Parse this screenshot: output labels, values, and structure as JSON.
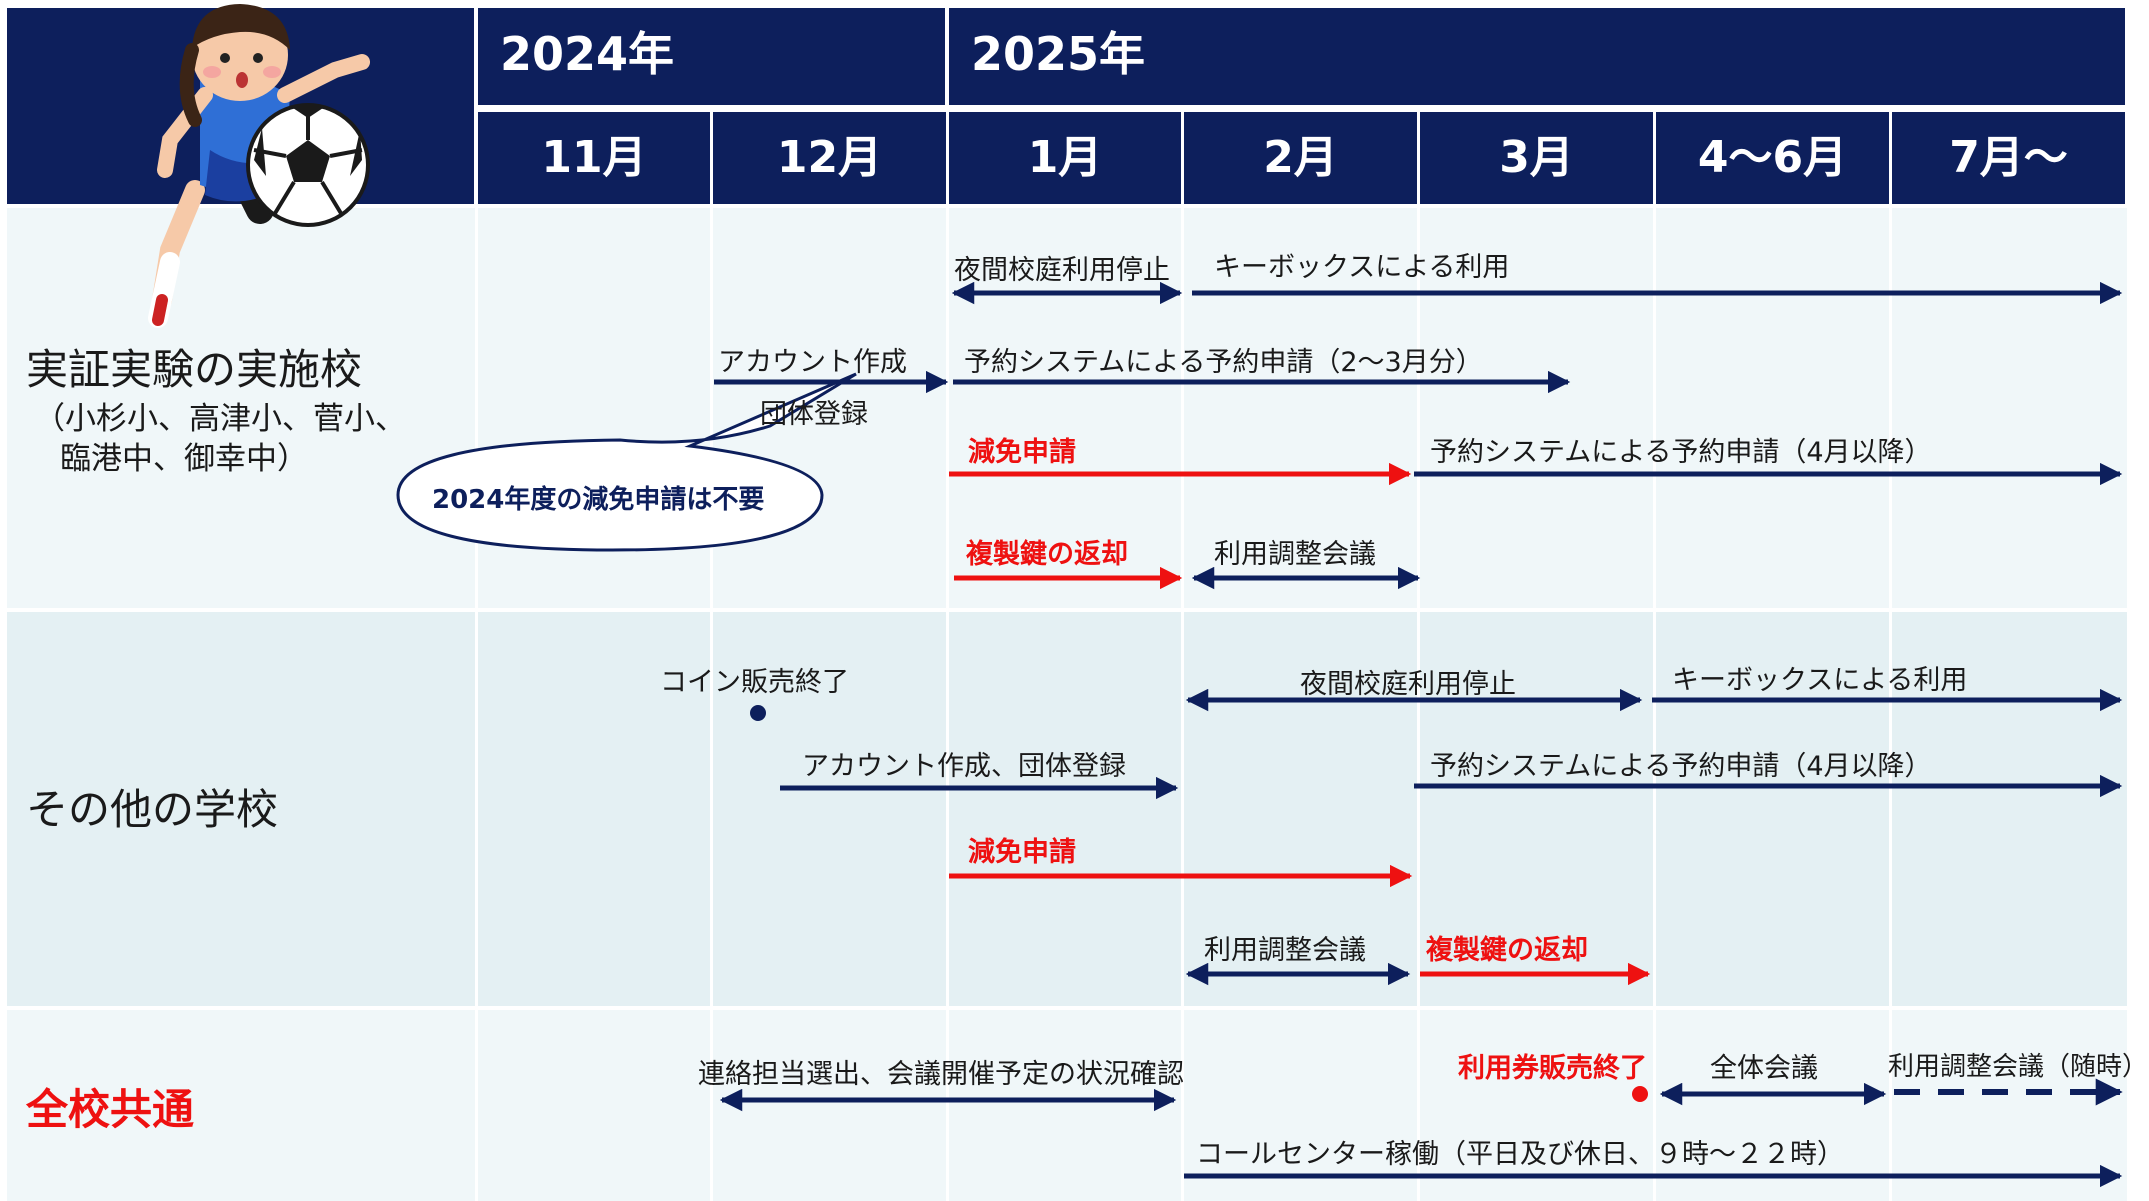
{
  "header": {
    "years": [
      "2024年",
      "2025年"
    ],
    "months": [
      "11月",
      "12月",
      "1月",
      "2月",
      "3月",
      "4〜6月",
      "7月〜"
    ]
  },
  "rows": {
    "jissho": {
      "title": "実証実験の実施校",
      "sub1": "（小杉小、高津小、菅小、",
      "sub2": "臨港中、御幸中）"
    },
    "other": {
      "title": "その他の学校"
    },
    "common": {
      "title": "全校共通"
    }
  },
  "bubble": {
    "text": "2024年度の減免申請は不要"
  },
  "labels": {
    "j_night_stop": "夜間校庭利用停止",
    "j_keybox": "キーボックスによる利用",
    "j_account": "アカウント作成",
    "j_group": "団体登録",
    "j_reserve_23": "予約システムによる予約申請（2〜3月分）",
    "j_genmen": "減免申請",
    "j_reserve_4": "予約システムによる予約申請（4月以降）",
    "j_key_return": "複製鍵の返却",
    "j_adjust": "利用調整会議",
    "o_coin_end": "コイン販売終了",
    "o_night_stop": "夜間校庭利用停止",
    "o_keybox": "キーボックスによる利用",
    "o_account": "アカウント作成、団体登録",
    "o_reserve_4": "予約システムによる予約申請（4月以降）",
    "o_genmen": "減免申請",
    "o_adjust": "利用調整会議",
    "o_key_return": "複製鍵の返却",
    "c_contact": "連絡担当選出、会議開催予定の状況確認",
    "c_ticket_end": "利用券販売終了",
    "c_all_meeting": "全体会議",
    "c_adjust_any": "利用調整会議（随時）",
    "c_callcenter": "コールセンター稼働（平日及び休日、９時〜２２時）"
  },
  "colors": {
    "navy": "#0d1f5c",
    "red": "#ee1111",
    "band1": "#f0f7f9",
    "band2": "#e4f0f3"
  }
}
